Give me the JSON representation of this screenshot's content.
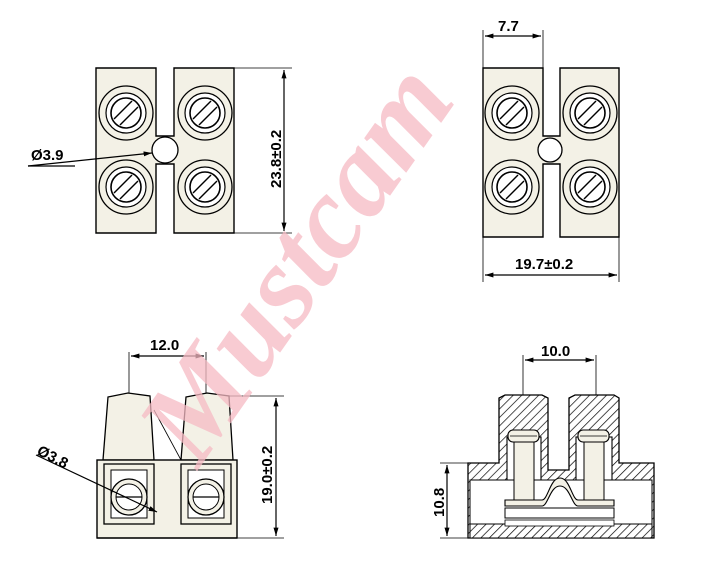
{
  "watermark": {
    "text": "Mustcam",
    "color": "#f6b9c3"
  },
  "colors": {
    "body_fill": "#f3f1e6",
    "hatch": "#000000"
  },
  "top_left_view": {
    "hole_diameter": "Ø3.9",
    "height": "23.8±0.2"
  },
  "top_right_view": {
    "top_width": "7.7",
    "bottom_width": "19.7±0.2"
  },
  "front_view": {
    "pitch": "12.0",
    "screw_diameter": "Ø3.8",
    "height": "19.0±0.2"
  },
  "section_view": {
    "pitch": "10.0",
    "height": "10.8"
  }
}
